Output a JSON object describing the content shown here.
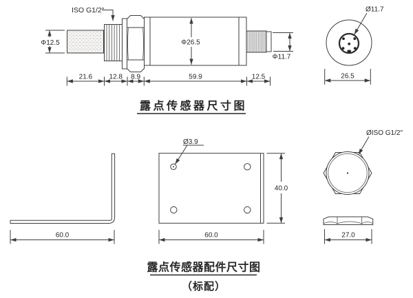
{
  "drawing": {
    "colors": {
      "background": "#ffffff",
      "line": "#3d3d3d",
      "text": "#262626"
    },
    "sensor_view": {
      "thread_label": "ISO G1/2\"",
      "filter_diameter": "Φ12.5",
      "body_diameter": "Φ26.5",
      "connector_diameter": "Φ11.7",
      "lengths": {
        "filter": "21.6",
        "thread": "12.8",
        "hex": "8.9",
        "body": "59.9",
        "connector": "12.5"
      }
    },
    "end_view": {
      "connector_diameter": "Ø11.7",
      "body_diameter": "26.5"
    },
    "sensor_caption": "露点传感器尺寸图",
    "bracket_view": {
      "width": "60.0"
    },
    "plate_view": {
      "hole_diameter": "Ø3.9",
      "height": "40.0",
      "width": "60.0"
    },
    "nut_view": {
      "thread_label": "ØISO G1/2\"",
      "width": "27.0"
    },
    "accessory_caption": "露点传感器配件尺寸图",
    "accessory_note": "（标配）"
  }
}
